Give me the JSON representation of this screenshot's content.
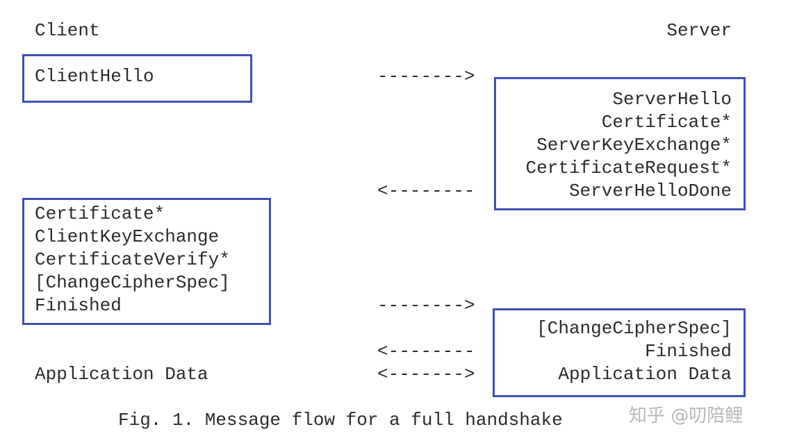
{
  "headers": {
    "client": "Client",
    "server": "Server"
  },
  "client_hello": {
    "lines": [
      "ClientHello"
    ]
  },
  "server_hello_group": {
    "lines": [
      "ServerHello",
      "Certificate*",
      "ServerKeyExchange*",
      "CertificateRequest*",
      "ServerHelloDone"
    ]
  },
  "client_key_group": {
    "lines": [
      "Certificate*",
      "ClientKeyExchange",
      "CertificateVerify*",
      "[ChangeCipherSpec]",
      "Finished"
    ]
  },
  "server_finished_group": {
    "lines": [
      "[ChangeCipherSpec]",
      "Finished",
      "Application Data"
    ]
  },
  "client_app_data": "Application Data",
  "arrows": {
    "arrow1": "-------->",
    "arrow2": "<--------",
    "arrow3": "-------->",
    "arrow4": "<--------",
    "arrow5": "<------->"
  },
  "caption": "Fig. 1. Message flow for a full handshake",
  "watermark": "知乎 @叨陪鲤",
  "colors": {
    "box_border": "#3d4fb5",
    "text": "#2b2b2b"
  }
}
